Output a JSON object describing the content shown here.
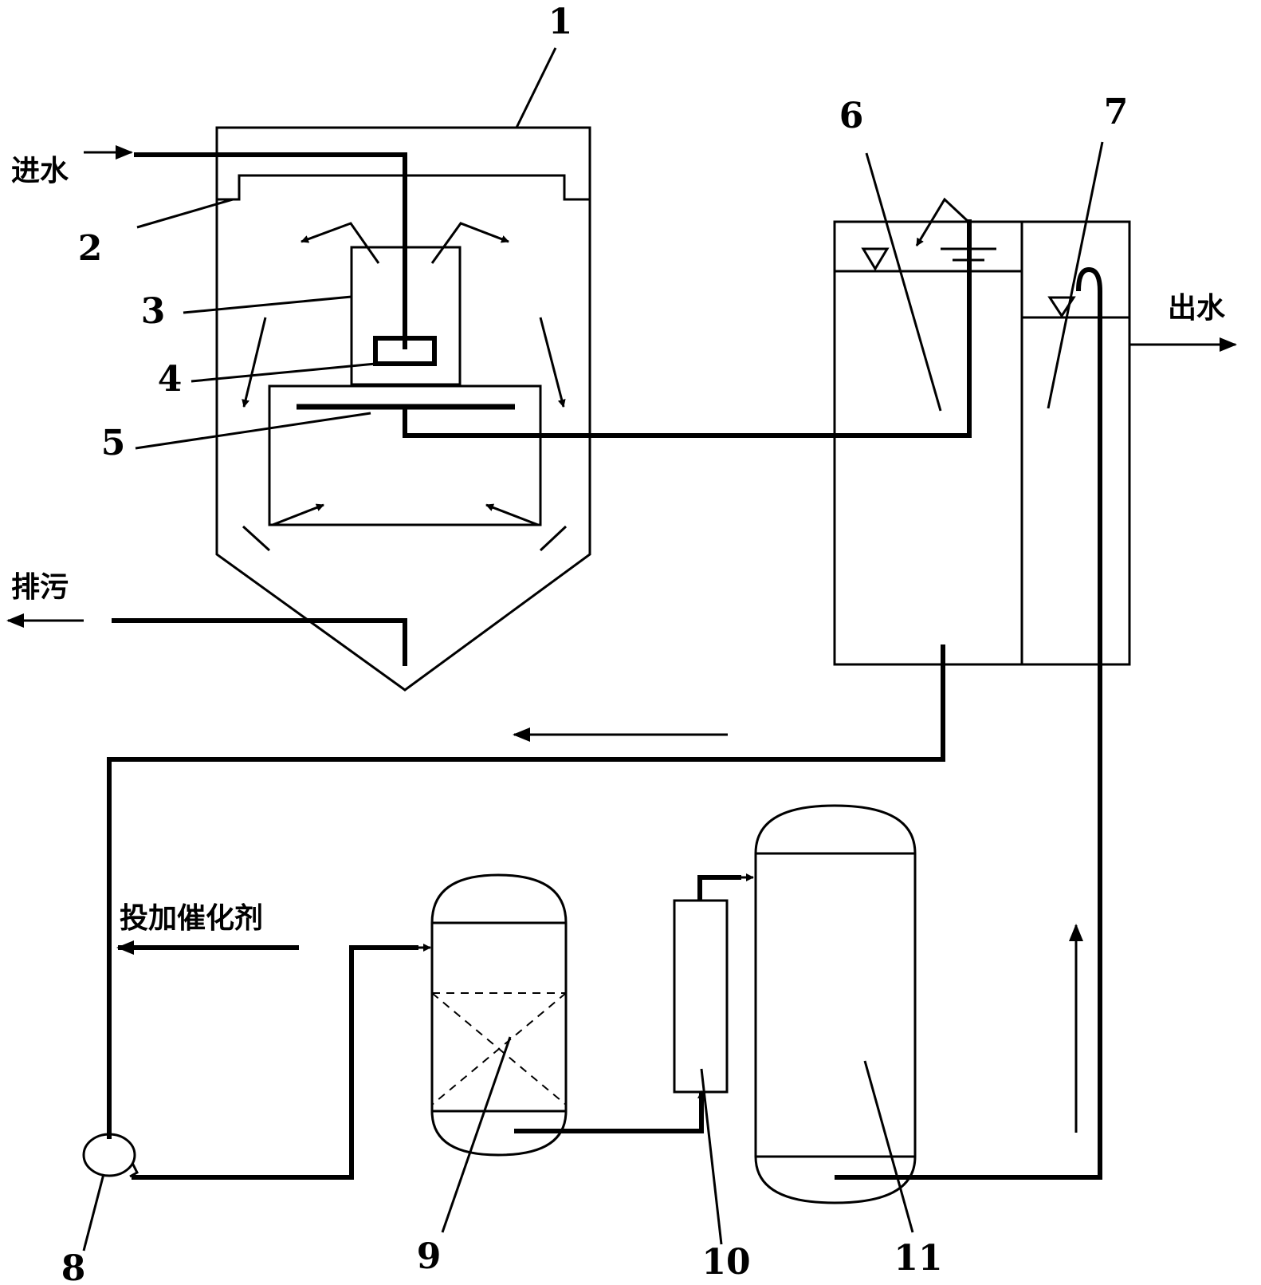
{
  "labels": {
    "inlet": "进水",
    "sludge": "排污",
    "outlet": "出水",
    "catalyst": "投加催化剂"
  },
  "numbers": [
    "1",
    "2",
    "3",
    "4",
    "5",
    "6",
    "7",
    "8",
    "9",
    "10",
    "11"
  ]
}
